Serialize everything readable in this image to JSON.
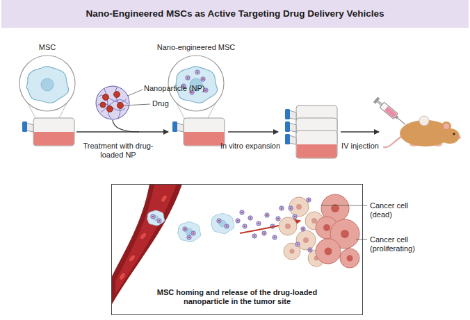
{
  "diagram": {
    "title": "Nano-Engineered MSCs as Active Targeting Drug Delivery Vehicles",
    "nodes": [
      {
        "text": [
          "MSC"
        ]
      },
      {
        "text": [
          "Nano-engineered MSC"
        ]
      },
      {
        "text": [
          "MSC homing and release of the drug-loaded nanoparticle in the tumor site"
        ]
      }
    ],
    "labels": [
      "Nanoparticle (NP)",
      "Drug",
      "Treatment with drug-loaded NP",
      "In vitro expansion",
      "IV injection",
      "Cancer cell (dead)",
      "Cancer cell (proliferating)"
    ]
  }
}
